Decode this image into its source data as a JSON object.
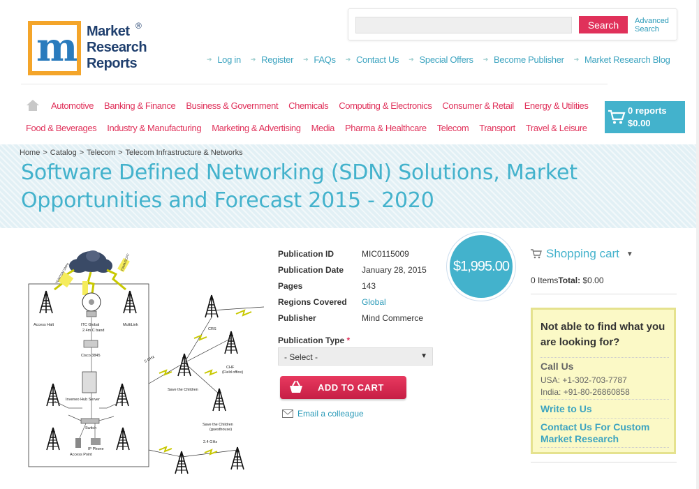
{
  "logo": {
    "line1": "Market",
    "line2": "Research",
    "line3": "Reports",
    "reg": "®"
  },
  "search": {
    "placeholder": "",
    "button": "Search",
    "advanced_line1": "Advanced",
    "advanced_line2": "Search"
  },
  "toplinks": [
    "Log in",
    "Register",
    "FAQs",
    "Contact Us",
    "Special Offers",
    "Become Publisher",
    "Market Research Blog"
  ],
  "categories_row1": [
    "Automotive",
    "Banking & Finance",
    "Business & Government",
    "Chemicals",
    "Computing & Electronics",
    "Consumer & Retail",
    "Energy & Utilities"
  ],
  "categories_row2": [
    "Food & Beverages",
    "Industry & Manufacturing",
    "Marketing & Advertising",
    "Media",
    "Pharma & Healthcare",
    "Telecom",
    "Transport",
    "Travel & Leisure"
  ],
  "cart": {
    "reports": "0 reports",
    "total": "$0.00"
  },
  "breadcrumb": [
    "Home",
    "Catalog",
    "Telecom",
    "Telecom Infrastructure & Networks"
  ],
  "title": "Software Defined Networking (SDN) Solutions, Market Opportunities and Forecast 2015 - 2020",
  "details": [
    {
      "label": "Publication ID",
      "value": "MIC0115009"
    },
    {
      "label": "Publication Date",
      "value": "January 28, 2015"
    },
    {
      "label": "Pages",
      "value": "143"
    },
    {
      "label": "Regions Covered",
      "value": "Global"
    },
    {
      "label": "Publisher",
      "value": "Mind Commerce"
    }
  ],
  "price": "$1,995.00",
  "pubtype": {
    "label": "Publication Type",
    "required": "*",
    "selected": "- Select -"
  },
  "add_to_cart": "ADD TO CART",
  "email_colleague": "Email a colleague",
  "shopping_cart": {
    "title": "Shopping cart",
    "items": "0 Items",
    "total_label": "Total:",
    "total_value": "$0.00"
  },
  "help": {
    "question": "Not able to find what you are looking for?",
    "call_us": "Call Us",
    "usa": "USA: +1-302-703-7787",
    "india": "India: +91-80-26860858",
    "write_us": "Write to Us",
    "custom": "Contact Us For Custom Market Research"
  },
  "diagram_labels": {
    "access_halt": "Access Halt",
    "itc": "ITC Global",
    "band": "2.4m C band",
    "multilink": "MultiLink",
    "cisco": "Cisco 3845",
    "inveneo": "Inveneo Hub Server",
    "switch": "Switch",
    "ipphone": "IP Phone",
    "ap": "Access Point",
    "crs": "CRS",
    "chf": "CHF",
    "chf_sub": "(Field office)",
    "stc": "Save the Children",
    "stc2": "Save the Children",
    "stc2_sub": "(guesthouse)",
    "ghz5": "5 GHz",
    "ghz24": "2.4 GHz",
    "sat1": "TDM/TDM 5MHz",
    "sat2": "TDMA/SCPC"
  },
  "colors": {
    "accent": "#43b2cc",
    "pink": "#e0315a",
    "yellow_box": "#fbf9c6"
  }
}
